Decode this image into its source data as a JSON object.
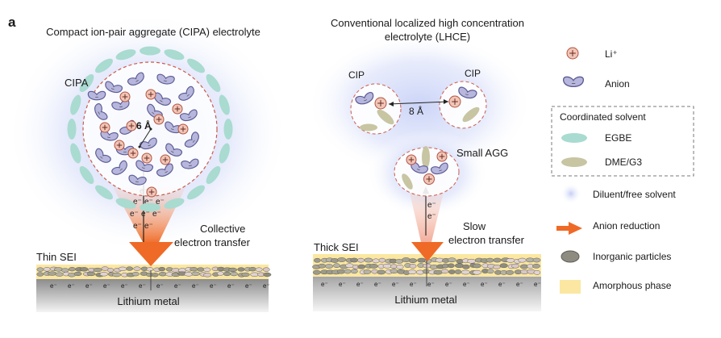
{
  "panel_label": "a",
  "left": {
    "title": "Compact ion-pair aggregate (CIPA) electrolyte",
    "cluster_label": "CIPA",
    "distance_label": "6 Å",
    "transfer_label_line1": "Collective",
    "transfer_label_line2": "electron transfer",
    "sei_label": "Thin SEI",
    "metal_label": "Lithium metal"
  },
  "right": {
    "title_line1": "Conventional localized high concentration",
    "title_line2": "electrolyte (LHCE)",
    "cip_left_label": "CIP",
    "cip_right_label": "CIP",
    "distance_label": "8 Å",
    "agg_label": "Small AGG",
    "transfer_label_line1": "Slow",
    "transfer_label_line2": "electron transfer",
    "sei_label": "Thick SEI",
    "metal_label": "Lithium metal"
  },
  "symbols": {
    "electron": "e⁻",
    "electron_sei": "e⁻",
    "anion_charge": "−"
  },
  "legend": {
    "li": "Li⁺",
    "anion": "Anion",
    "coordinated_title": "Coordinated solvent",
    "egbe": "EGBE",
    "dme": "DME/G3",
    "diluent": "Diluent/free solvent",
    "reduction": "Anion reduction",
    "inorganic": "Inorganic particles",
    "amorphous": "Amorphous phase"
  },
  "colors": {
    "egbe": "#a9dbd0",
    "dme": "#c8c5a3",
    "anion": "#b7b6dd",
    "li": "#f0c6b8",
    "cluster_border": "#cc5a4a",
    "amorphous": "#fbe7a1",
    "metal": "#9c9c9c",
    "arrow": "#ef6a26",
    "diluent": "#dde3f8"
  }
}
